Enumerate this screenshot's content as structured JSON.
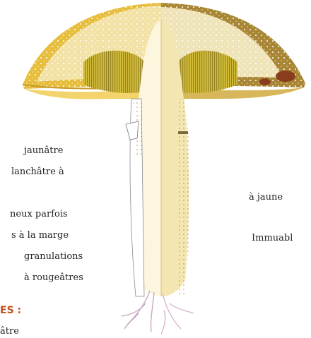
{
  "left_text": {
    "line1": "jaunâtre",
    "line2": "lanchâtre à",
    "line3": "neux parfois",
    "line4": "s à la marge",
    "line5": "granulations",
    "line6": "à rougeâtres",
    "heading": "ES :",
    "heading_color": "#c0521f",
    "last_line": "âtre"
  },
  "right_text": {
    "line1": "à jaune",
    "line2": "Immuabl"
  },
  "colors": {
    "cap_left_light": "#f3e2a6",
    "cap_left_dark": "#e7bd3c",
    "cap_right_light": "#efe3b8",
    "cap_right_dark": "#a88633",
    "gills": "#d4bd3a",
    "stem_left": "#fbf6dd",
    "stem_right": "#f3e6b0",
    "roots": "#d9b6cf",
    "spots": "#8a3d1c"
  }
}
